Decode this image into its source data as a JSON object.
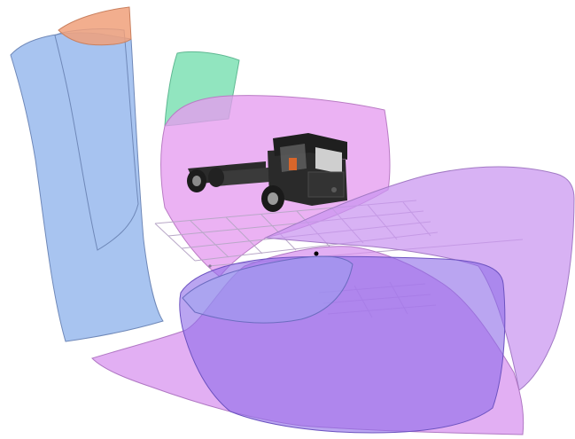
{
  "scene": {
    "background": "#ffffff",
    "zones": [
      {
        "name": "left-blue-zone",
        "color": "#8fb4ec"
      },
      {
        "name": "top-orange-zone",
        "color": "#f0a07a"
      },
      {
        "name": "top-green-zone",
        "color": "#7ee0b4"
      },
      {
        "name": "rear-magenta-zone",
        "color": "#e59cf0"
      },
      {
        "name": "right-violet-zone",
        "color": "#c994f0"
      },
      {
        "name": "front-magenta-zone",
        "color": "#d790ee"
      },
      {
        "name": "front-purple-zone",
        "color": "#8f6ee8"
      }
    ],
    "vehicle": {
      "icon": "truck-tractor-icon",
      "body_color": "#2b2b2b"
    },
    "grid_color": "#b9a8c8"
  }
}
